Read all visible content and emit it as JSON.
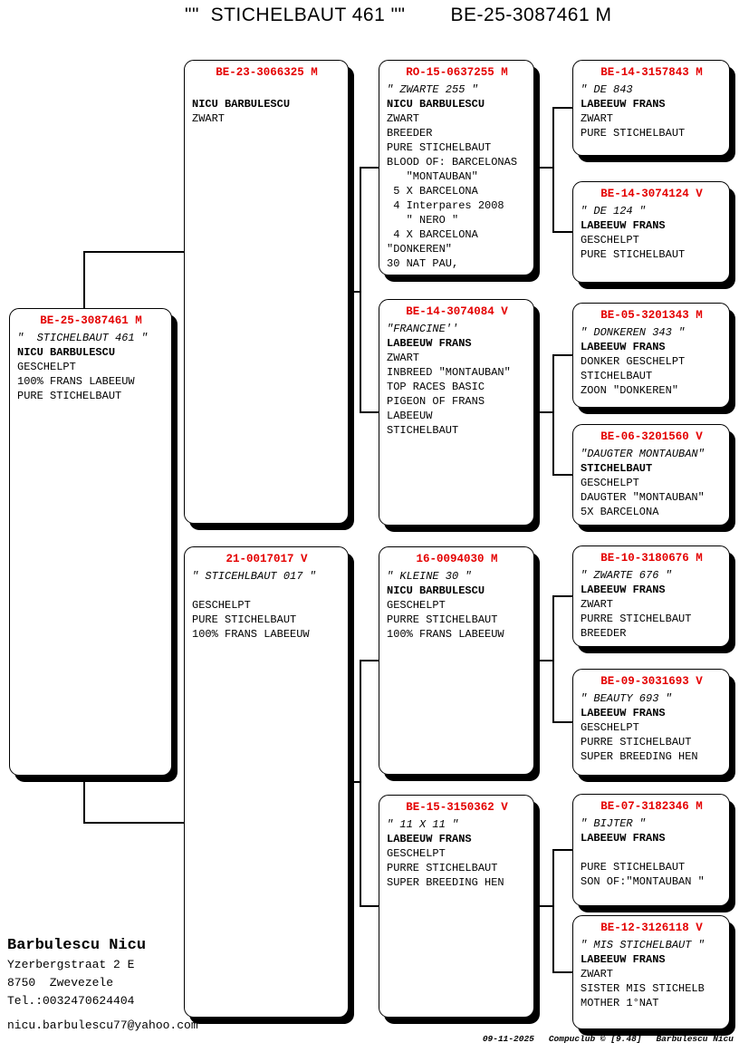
{
  "page_title": {
    "name": "\"\"  STICHELBAUT 461 \"\"",
    "ring": "BE-25-3087461 M"
  },
  "colors": {
    "ring_red": "#e40000",
    "line_black": "#000000",
    "background": "#ffffff"
  },
  "boxes": {
    "g1": {
      "ring": "BE-25-3087461 M",
      "lines": [
        {
          "s": "i",
          "t": "\"  STICHELBAUT 461 \""
        },
        {
          "s": "b",
          "t": "NICU BARBULESCU"
        },
        {
          "s": "",
          "t": "GESCHELPT"
        },
        {
          "s": "",
          "t": "100% FRANS LABEEUW"
        },
        {
          "s": "",
          "t": "PURE STICHELBAUT"
        }
      ]
    },
    "g2_sire": {
      "ring": "BE-23-3066325 M",
      "lines": [
        {
          "s": "",
          "t": ""
        },
        {
          "s": "b",
          "t": "NICU BARBULESCU"
        },
        {
          "s": "",
          "t": "ZWART"
        }
      ]
    },
    "g2_dam": {
      "ring": "21-0017017 V",
      "lines": [
        {
          "s": "i",
          "t": "\" STICEHLBAUT 017 \""
        },
        {
          "s": "",
          "t": ""
        },
        {
          "s": "",
          "t": "GESCHELPT"
        },
        {
          "s": "",
          "t": "PURE STICHELBAUT"
        },
        {
          "s": "",
          "t": "100% FRANS LABEEUW"
        }
      ]
    },
    "g3_1": {
      "ring": "RO-15-0637255 M",
      "lines": [
        {
          "s": "i",
          "t": "\" ZWARTE 255 \""
        },
        {
          "s": "b",
          "t": "NICU BARBULESCU"
        },
        {
          "s": "",
          "t": "ZWART"
        },
        {
          "s": "",
          "t": "BREEDER"
        },
        {
          "s": "",
          "t": "PURE STICHELBAUT"
        },
        {
          "s": "",
          "t": "BLOOD OF: BARCELONAS"
        },
        {
          "s": "",
          "t": "   \"MONTAUBAN\""
        },
        {
          "s": "",
          "t": " 5 X BARCELONA"
        },
        {
          "s": "",
          "t": " 4 Interpares 2008"
        },
        {
          "s": "",
          "t": "   \" NERO \""
        },
        {
          "s": "",
          "t": " 4 X BARCELONA"
        },
        {
          "s": "",
          "t": "\"DONKEREN\""
        },
        {
          "s": "",
          "t": "30 NAT PAU,"
        }
      ]
    },
    "g3_2": {
      "ring": "BE-14-3074084 V",
      "lines": [
        {
          "s": "i",
          "t": "\"FRANCINE''"
        },
        {
          "s": "b",
          "t": "LABEEUW FRANS"
        },
        {
          "s": "",
          "t": "ZWART"
        },
        {
          "s": "",
          "t": "INBREED \"MONTAUBAN\""
        },
        {
          "s": "",
          "t": "TOP RACES BASIC"
        },
        {
          "s": "",
          "t": "PIGEON OF FRANS"
        },
        {
          "s": "",
          "t": "LABEEUW"
        },
        {
          "s": "",
          "t": "STICHELBAUT"
        }
      ]
    },
    "g3_3": {
      "ring": "16-0094030 M",
      "lines": [
        {
          "s": "i",
          "t": "\" KLEINE 30 \""
        },
        {
          "s": "b",
          "t": "NICU BARBULESCU"
        },
        {
          "s": "",
          "t": "GESCHELPT"
        },
        {
          "s": "",
          "t": "PURRE STICHELBAUT"
        },
        {
          "s": "",
          "t": "100% FRANS LABEEUW"
        }
      ]
    },
    "g3_4": {
      "ring": "BE-15-3150362 V",
      "lines": [
        {
          "s": "i",
          "t": "\" 11 X 11 \""
        },
        {
          "s": "b",
          "t": "LABEEUW FRANS"
        },
        {
          "s": "",
          "t": "GESCHELPT"
        },
        {
          "s": "",
          "t": "PURRE STICHELBAUT"
        },
        {
          "s": "",
          "t": "SUPER BREEDING HEN"
        }
      ]
    },
    "g4_1": {
      "ring": "BE-14-3157843 M",
      "lines": [
        {
          "s": "i",
          "t": "\" DE 843"
        },
        {
          "s": "b",
          "t": "LABEEUW FRANS"
        },
        {
          "s": "",
          "t": "ZWART"
        },
        {
          "s": "",
          "t": "PURE STICHELBAUT"
        }
      ]
    },
    "g4_2": {
      "ring": "BE-14-3074124 V",
      "lines": [
        {
          "s": "i",
          "t": "\" DE 124 \""
        },
        {
          "s": "b",
          "t": "LABEEUW FRANS"
        },
        {
          "s": "",
          "t": "GESCHELPT"
        },
        {
          "s": "",
          "t": "PURE STICHELBAUT"
        }
      ]
    },
    "g4_3": {
      "ring": "BE-05-3201343 M",
      "lines": [
        {
          "s": "i",
          "t": "\" DONKEREN 343 \""
        },
        {
          "s": "b",
          "t": "LABEEUW FRANS"
        },
        {
          "s": "",
          "t": "DONKER GESCHELPT"
        },
        {
          "s": "",
          "t": "STICHELBAUT"
        },
        {
          "s": "",
          "t": "ZOON \"DONKEREN\""
        }
      ]
    },
    "g4_4": {
      "ring": "BE-06-3201560 V",
      "lines": [
        {
          "s": "i",
          "t": "\"DAUGTER MONTAUBAN\""
        },
        {
          "s": "b",
          "t": "STICHELBAUT"
        },
        {
          "s": "",
          "t": "GESCHELPT"
        },
        {
          "s": "",
          "t": "DAUGTER \"MONTAUBAN\""
        },
        {
          "s": "",
          "t": "5X BARCELONA"
        }
      ]
    },
    "g4_5": {
      "ring": "BE-10-3180676 M",
      "lines": [
        {
          "s": "i",
          "t": "\" ZWARTE 676 \""
        },
        {
          "s": "b",
          "t": "LABEEUW FRANS"
        },
        {
          "s": "",
          "t": "ZWART"
        },
        {
          "s": "",
          "t": "PURRE STICHELBAUT"
        },
        {
          "s": "",
          "t": "BREEDER"
        }
      ]
    },
    "g4_6": {
      "ring": "BE-09-3031693 V",
      "lines": [
        {
          "s": "i",
          "t": "\" BEAUTY 693 \""
        },
        {
          "s": "b",
          "t": "LABEEUW FRANS"
        },
        {
          "s": "",
          "t": "GESCHELPT"
        },
        {
          "s": "",
          "t": "PURRE STICHELBAUT"
        },
        {
          "s": "",
          "t": "SUPER BREEDING HEN"
        }
      ]
    },
    "g4_7": {
      "ring": "BE-07-3182346 M",
      "lines": [
        {
          "s": "i",
          "t": "\" BIJTER \""
        },
        {
          "s": "b",
          "t": "LABEEUW FRANS"
        },
        {
          "s": "",
          "t": ""
        },
        {
          "s": "",
          "t": "PURE STICHELBAUT"
        },
        {
          "s": "",
          "t": "SON OF:\"MONTAUBAN \""
        }
      ]
    },
    "g4_8": {
      "ring": "BE-12-3126118 V",
      "lines": [
        {
          "s": "i",
          "t": "\" MIS STICHELBAUT \""
        },
        {
          "s": "b",
          "t": "LABEEUW FRANS"
        },
        {
          "s": "",
          "t": "ZWART"
        },
        {
          "s": "",
          "t": "SISTER MIS STICHELB"
        },
        {
          "s": "",
          "t": "MOTHER 1°NAT"
        }
      ]
    }
  },
  "owner": {
    "name": "Barbulescu Nicu",
    "address1": "Yzerbergstraat 2 E",
    "address2": "8750  Zwevezele",
    "phone": "Tel.:0032470624404",
    "email": "nicu.barbulescu77@yahoo.com"
  },
  "footer": {
    "date": "09-11-2025",
    "software": "Compuclub © [9.48]",
    "name": "Barbulescu Nicu"
  }
}
